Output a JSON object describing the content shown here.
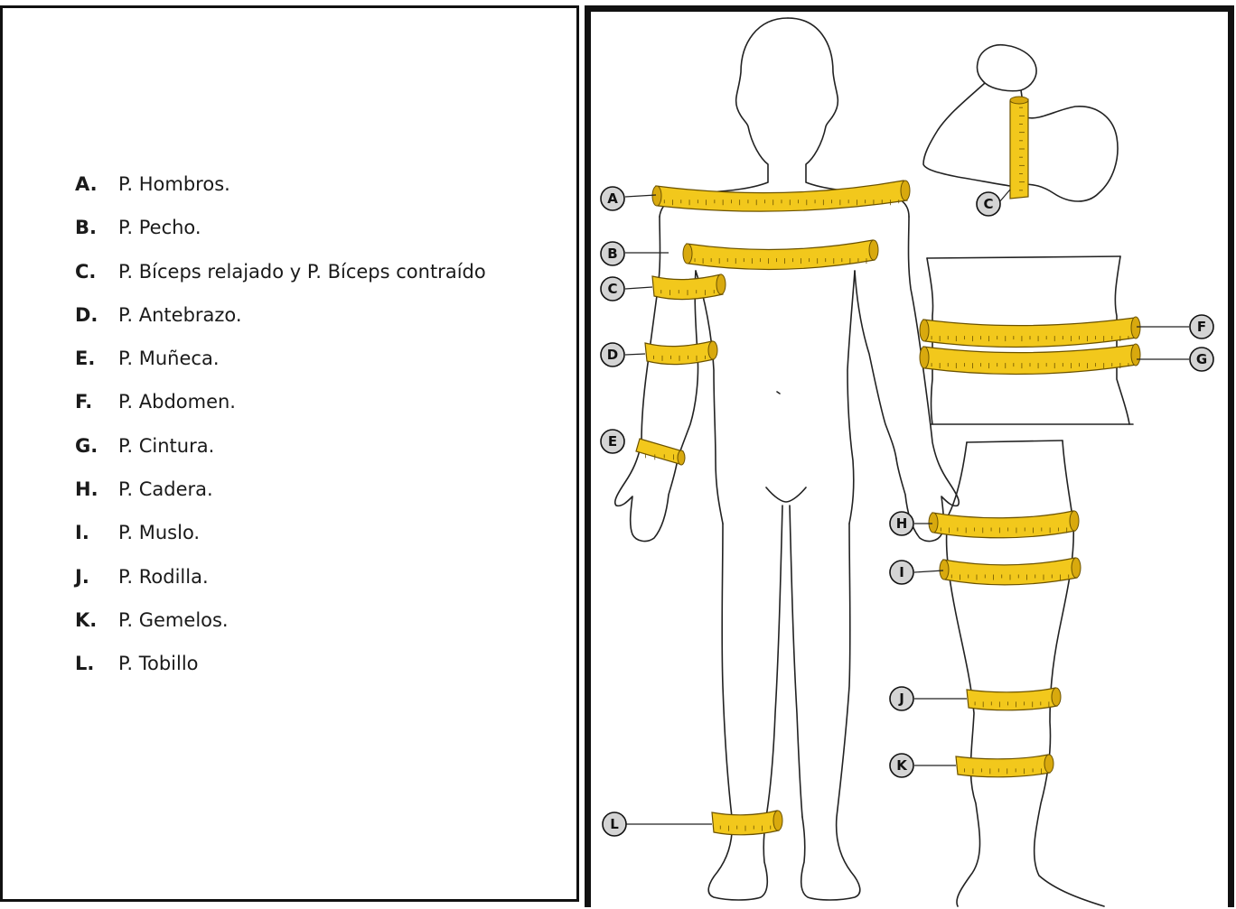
{
  "legend": [
    {
      "letter": "A.",
      "text": "P. Hombros."
    },
    {
      "letter": "B.",
      "text": "P. Pecho."
    },
    {
      "letter": "C.",
      "text": "P. Bíceps relajado y P. Bíceps contraído"
    },
    {
      "letter": "D.",
      "text": "P. Antebrazo."
    },
    {
      "letter": "E.",
      "text": "P. Muñeca."
    },
    {
      "letter": "F.",
      "text": "P. Abdomen."
    },
    {
      "letter": "G.",
      "text": "P. Cintura."
    },
    {
      "letter": "H.",
      "text": "P. Cadera."
    },
    {
      "letter": "I.",
      "text": "P. Muslo."
    },
    {
      "letter": "J.",
      "text": "P. Rodilla."
    },
    {
      "letter": "K.",
      "text": "P. Gemelos."
    },
    {
      "letter": "L.",
      "text": "P. Tobillo"
    }
  ],
  "diagram": {
    "markers": [
      "A",
      "B",
      "C",
      "D",
      "E",
      "C",
      "F",
      "G",
      "H",
      "I",
      "J",
      "K",
      "L"
    ]
  },
  "colors": {
    "tape": "#f2c81c",
    "marker_fill": "#d4d4d4",
    "border": "#111111"
  }
}
